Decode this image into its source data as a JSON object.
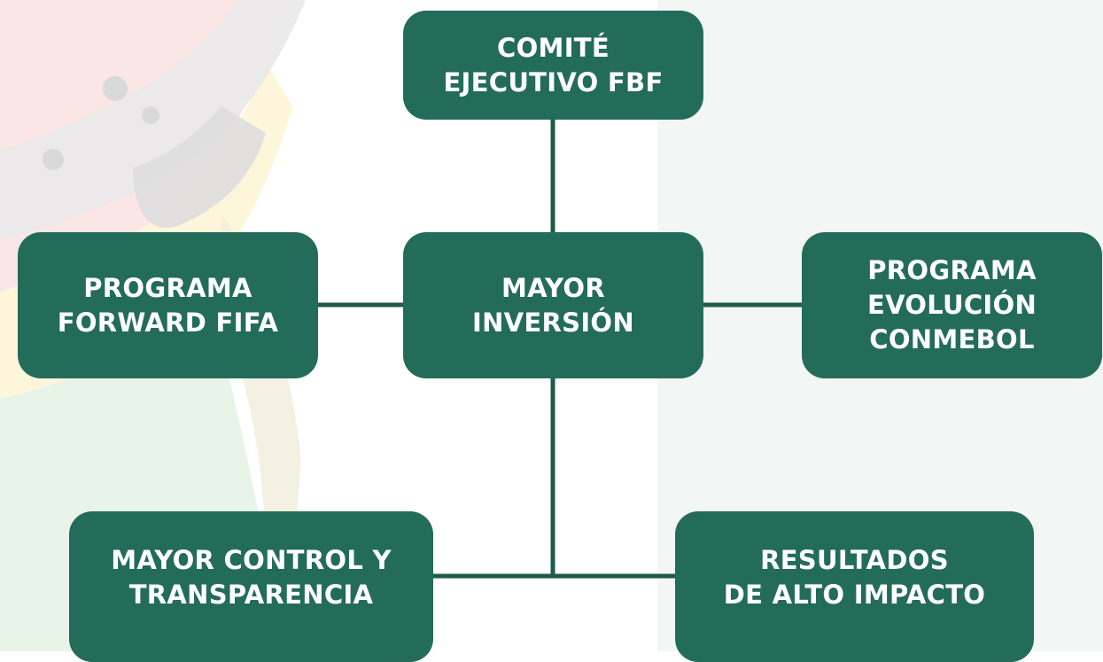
{
  "diagram": {
    "nodes": {
      "comite": "COMITÉ\nEJECUTIVO FBF",
      "mayor_inversion": "MAYOR\nINVERSIÓN",
      "forward": "PROGRAMA\nFORWARD FIFA",
      "evolucion": "PROGRAMA\nEVOLUCIÓN\nCONMEBOL",
      "control": "MAYOR CONTROL Y\nTRANSPARENCIA",
      "resultados": "RESULTADOS\nDE ALTO IMPACTO"
    },
    "edges": [
      [
        "comite",
        "mayor_inversion"
      ],
      [
        "forward",
        "mayor_inversion"
      ],
      [
        "mayor_inversion",
        "evolucion"
      ],
      [
        "mayor_inversion",
        "control"
      ],
      [
        "mayor_inversion",
        "resultados"
      ]
    ]
  },
  "colors": {
    "box_fill": "#236c59",
    "connector": "#1f5a4a",
    "text": "#ffffff",
    "background_right": "#f2f6f4"
  }
}
